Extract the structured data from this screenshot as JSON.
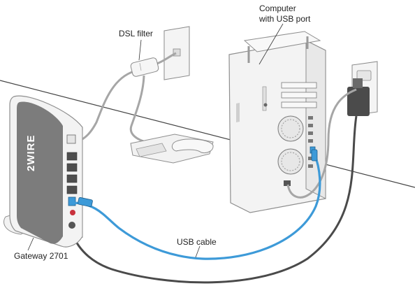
{
  "labels": {
    "computer": "Computer\nwith USB port",
    "dsl_filter": "DSL filter",
    "gateway": "Gateway 2701",
    "usb_cable": "USB cable"
  },
  "brand": "2WIRE",
  "colors": {
    "usb_cable": "#3d9ad8",
    "power_cable": "#4a4a4a",
    "phone_cord": "#a6a6a6",
    "device_body": "#f3f3f3",
    "device_outline": "#8e8e8e",
    "gateway_front": "#7c7c7c",
    "text": "#222222"
  }
}
